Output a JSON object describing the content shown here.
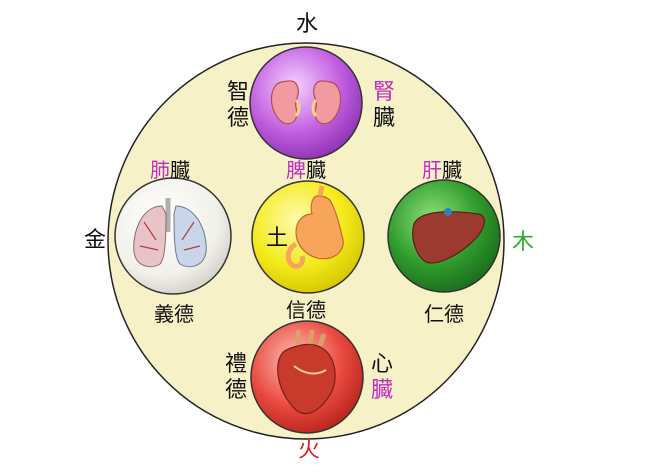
{
  "elements": {
    "water": "水",
    "wood": "木",
    "fire": "火",
    "metal": "金",
    "earth": "土"
  },
  "organs": {
    "kidney": {
      "name_1": "腎",
      "name_2": "臓",
      "virtue_1": "智",
      "virtue_2": "德"
    },
    "liver": {
      "name_1": "肝",
      "name_2": "臓",
      "virtue": "仁德"
    },
    "spleen": {
      "name_1": "脾",
      "name_2": "臓",
      "virtue": "信德"
    },
    "lung": {
      "name_1": "肺",
      "name_2": "臓",
      "virtue": "義德"
    },
    "heart": {
      "name_1": "心",
      "name_2": "臓",
      "virtue_1": "禮",
      "virtue_2": "德"
    }
  },
  "colors": {
    "outer_circle": "#f7f1c8",
    "kidney_circle": "#c15ee0",
    "liver_circle": "#2e9a2c",
    "spleen_circle": "#f4ea1a",
    "lung_circle": "#f4f4f0",
    "heart_circle": "#e9493f",
    "wood_text": "#2faa2f",
    "fire_text": "#dd2222",
    "organ_accent": "#c030c0"
  }
}
